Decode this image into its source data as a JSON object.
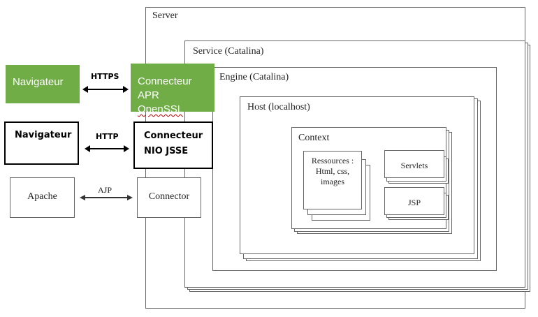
{
  "diagram": {
    "server": {
      "label": "Server"
    },
    "service": {
      "label": "Service (Catalina)"
    },
    "engine": {
      "label": "Engine (Catalina)"
    },
    "host": {
      "label": "Host (localhost)"
    },
    "context": {
      "label": "Context"
    },
    "resources": {
      "line1": "Ressources :",
      "line2": "Html, css,",
      "line3": "images"
    },
    "servlets": {
      "label": "Servlets"
    },
    "jsp": {
      "label": "JSP"
    }
  },
  "clients": {
    "https_browser": {
      "label": "Navigateur"
    },
    "http_browser": {
      "label": "Navigateur"
    },
    "apache": {
      "label": "Apache"
    }
  },
  "connectors": {
    "apr": {
      "line1": "Connecteur",
      "line2_prefix": "APR ",
      "line2_word": "OpenSSL"
    },
    "nio": {
      "line1": "Connecteur",
      "line2": "NIO JSSE"
    },
    "ajp": {
      "label": "Connector"
    }
  },
  "protocols": {
    "https": "HTTPS",
    "http": "HTTP",
    "ajp": "AJP"
  },
  "colors": {
    "green": "#70ad47",
    "frame": "#666666"
  }
}
